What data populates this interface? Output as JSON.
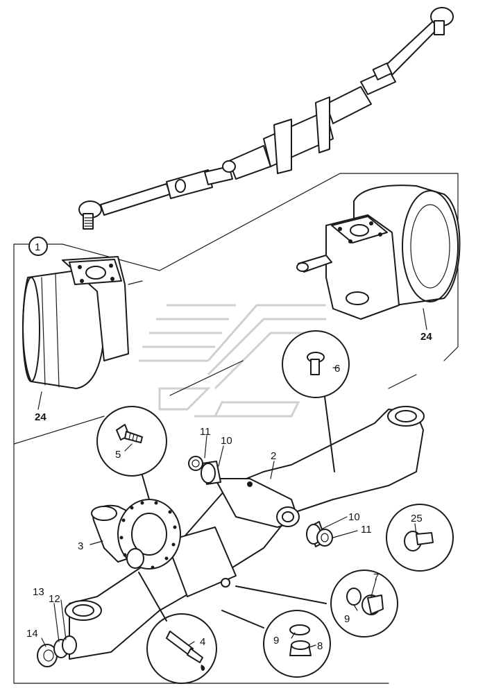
{
  "callouts": {
    "group": "1",
    "beam": "2",
    "pivot": "3",
    "grease": "4",
    "bolt_left": "5",
    "bolt_right": "6",
    "plug": "7",
    "nut": "8",
    "washer_a": "9",
    "washer_b": "9",
    "bush_left": "10",
    "bush_right": "10",
    "seal_left": "11",
    "seal_right": "11",
    "ring": "12",
    "spacer": "13",
    "seal_end": "14",
    "hub_left": "24",
    "hub_right": "24",
    "pin": "25"
  }
}
